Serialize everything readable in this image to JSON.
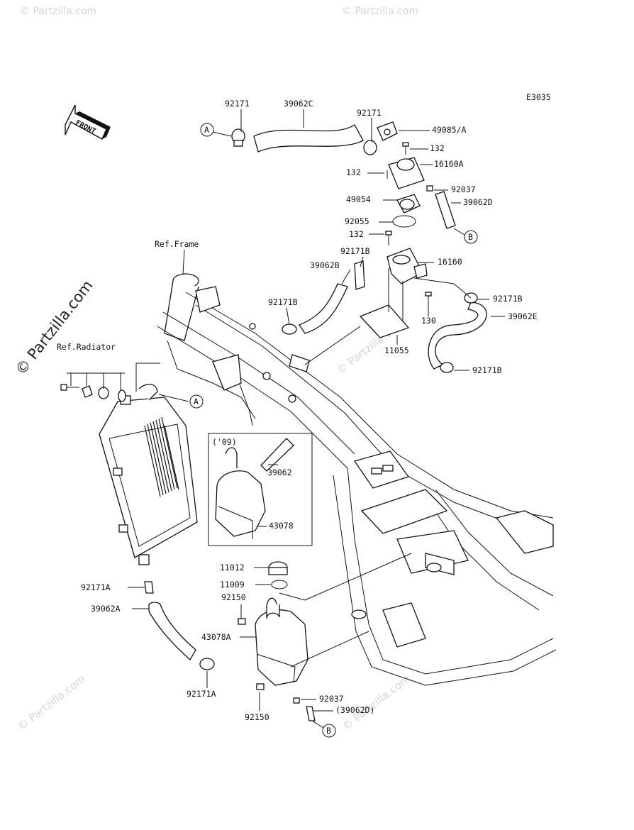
{
  "diagram_code": "E3035",
  "front_label": "FRONT",
  "watermark_main": "© Partzilla.com",
  "watermark_faint": "© Partzilla.com",
  "ref_frame": "Ref.Frame",
  "ref_radiator": "Ref.Radiator",
  "inset_year": "('09)",
  "callouts": {
    "A": "A",
    "B": "B"
  },
  "parts": {
    "p92171_top_left": "92171",
    "p39062C": "39062C",
    "p92171_top_right": "92171",
    "p49085A": "49085/A",
    "p132_a": "132",
    "p16160A": "16160A",
    "p132_b": "132",
    "p92037_top": "92037",
    "p49054": "49054",
    "p39062D": "39062D",
    "p92055": "92055",
    "p132_c": "132",
    "p92171B_a": "92171B",
    "p16160": "16160",
    "p39062B": "39062B",
    "p92171B_b": "92171B",
    "p92171B_c": "92171B",
    "p39062E": "39062E",
    "p130": "130",
    "p11055": "11055",
    "p92171B_d": "92171B",
    "p39062": "39062",
    "p43078": "43078",
    "p11012": "11012",
    "p11009": "11009",
    "p92150_a": "92150",
    "p92171A_a": "92171A",
    "p39062A": "39062A",
    "p43078A": "43078A",
    "p92171A_b": "92171A",
    "p92037_bot": "92037",
    "p39062D_paren": "(39062D)",
    "p92150_b": "92150"
  }
}
